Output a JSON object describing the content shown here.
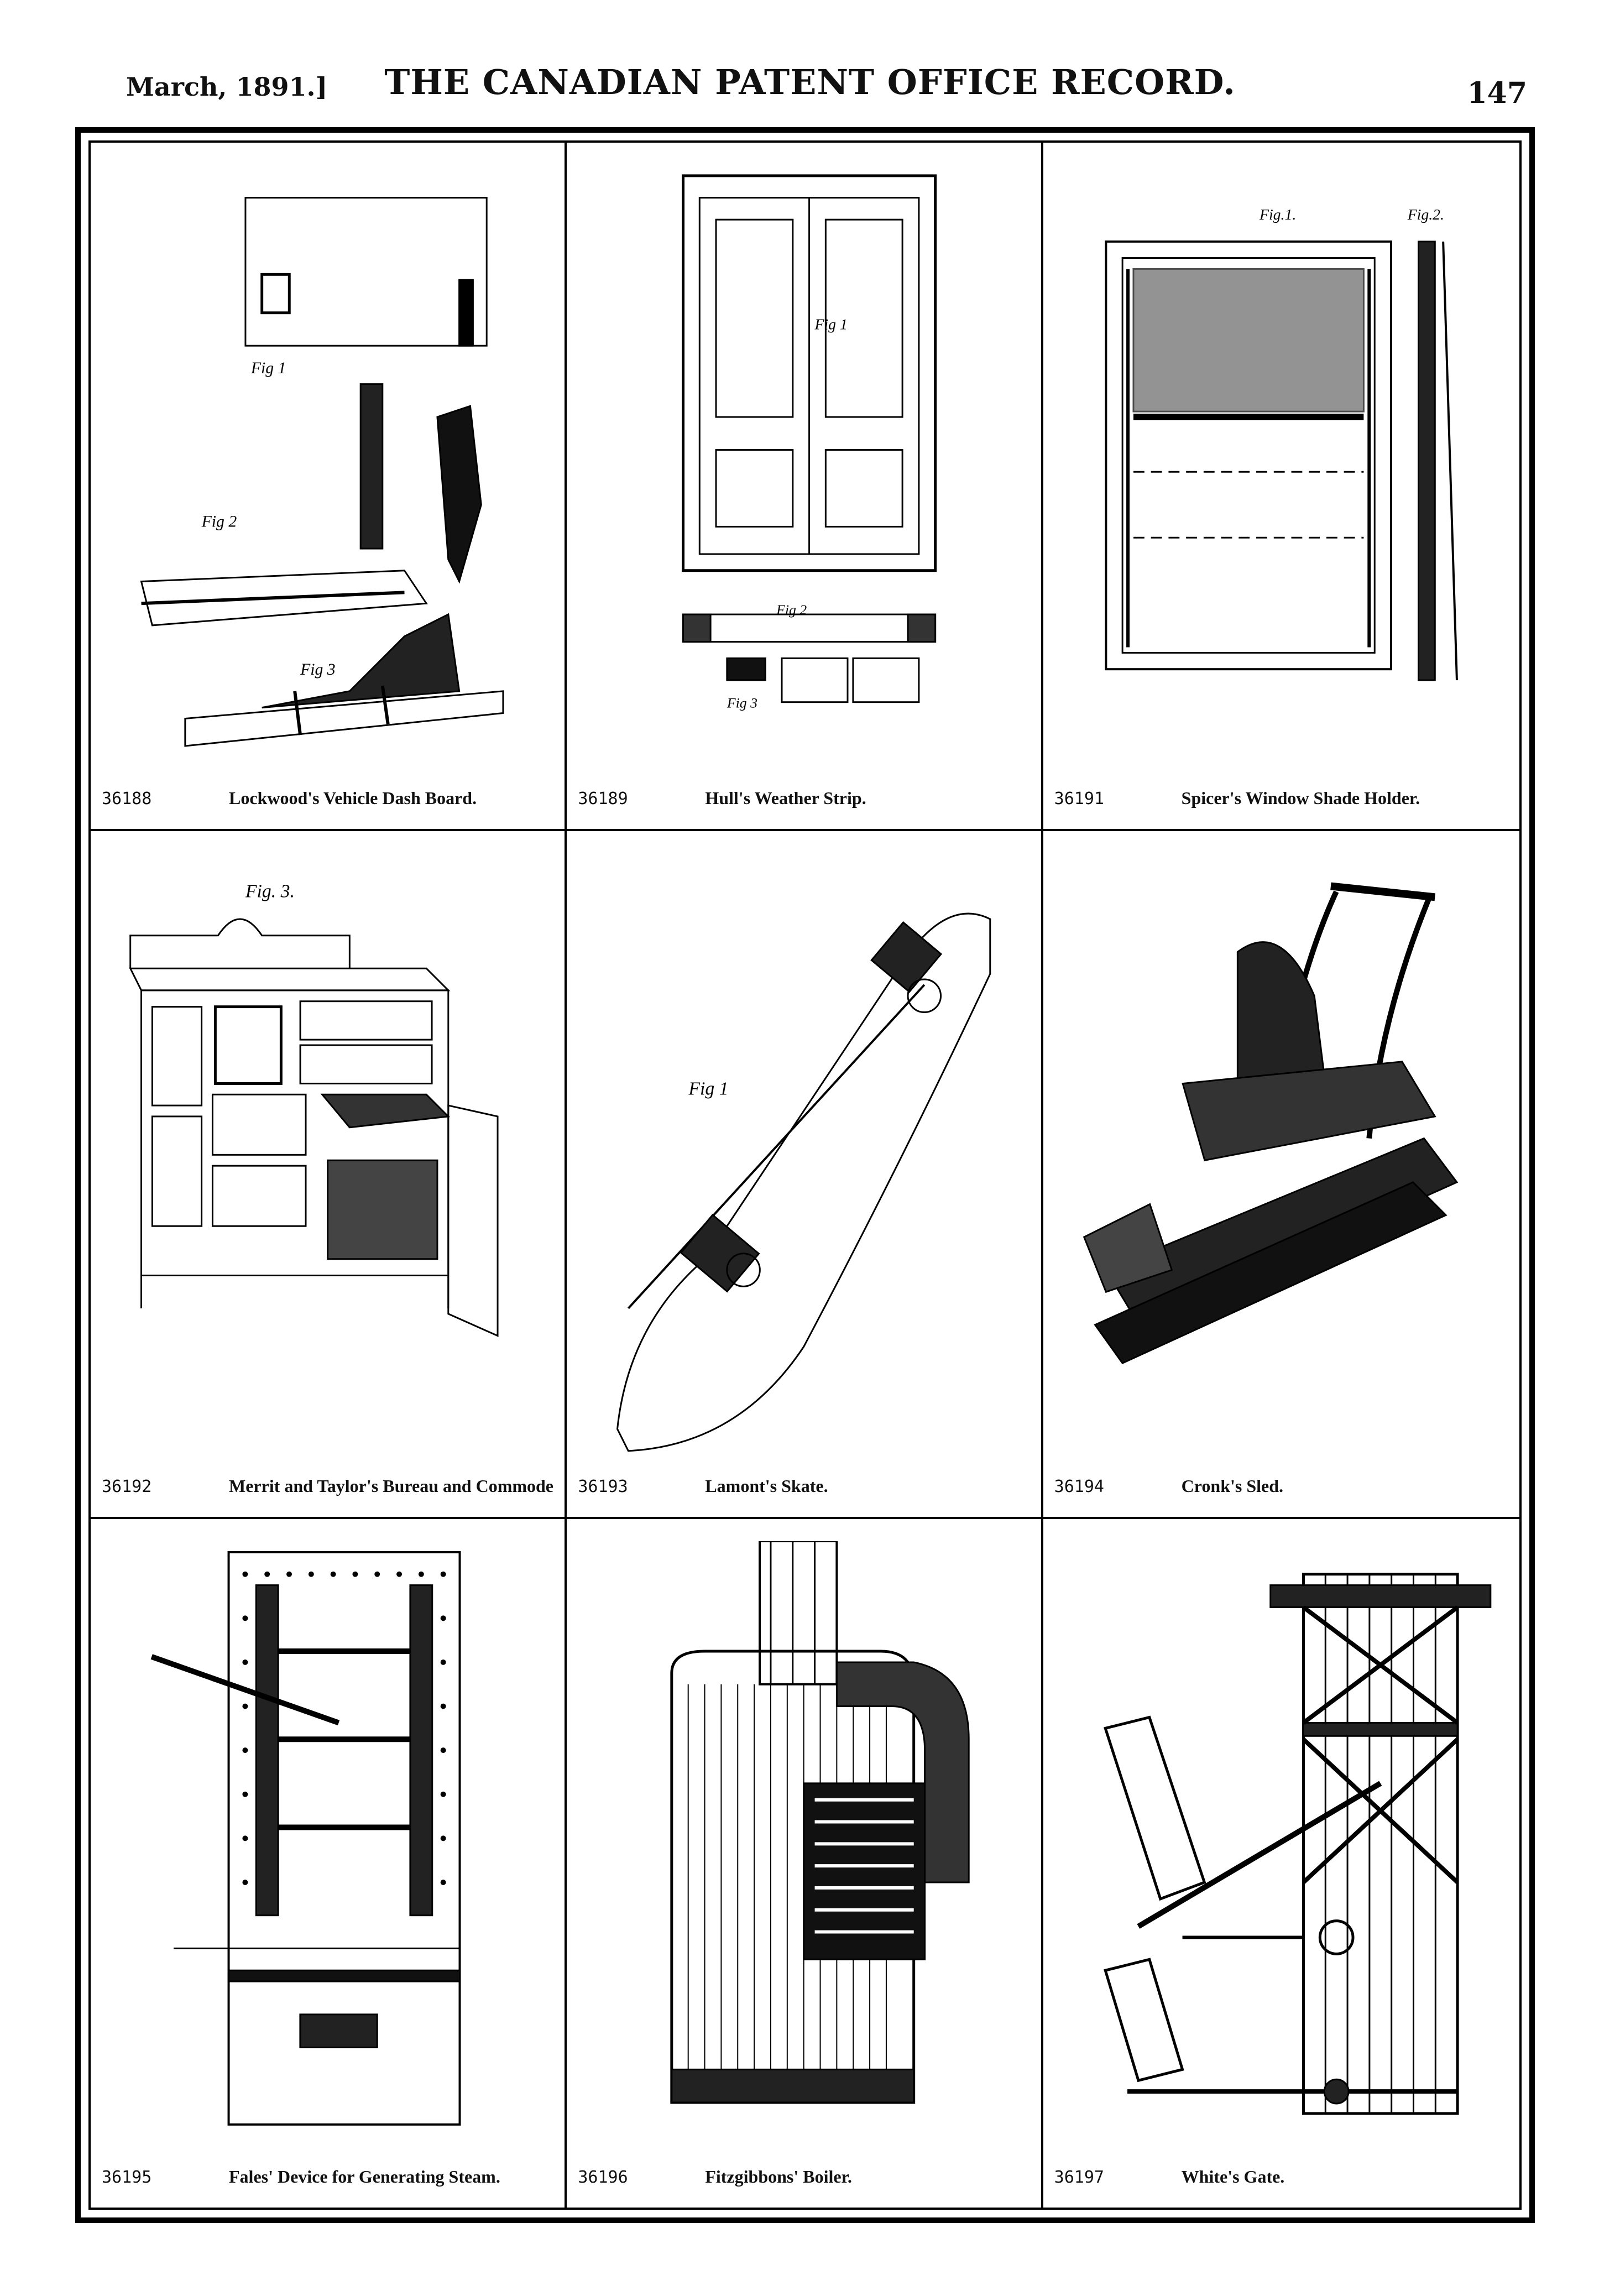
{
  "header": {
    "date": "March, 1891.]",
    "title": "THE CANADIAN PATENT OFFICE RECORD.",
    "page_number": "147"
  },
  "patents": [
    {
      "number": "36188",
      "title": "Lockwood's Vehicle Dash Board.",
      "figure": "dash-board-drawing",
      "labels": [
        "Fig 1",
        "Fig 2",
        "Fig 3"
      ]
    },
    {
      "number": "36189",
      "title": "Hull's Weather Strip.",
      "figure": "door-weather-strip-drawing",
      "labels": [
        "Fig 1",
        "Fig 2",
        "Fig 3"
      ]
    },
    {
      "number": "36191",
      "title": "Spicer's Window Shade Holder.",
      "figure": "window-shade-drawing",
      "labels": [
        "Fig.1.",
        "Fig.2."
      ]
    },
    {
      "number": "36192",
      "title": "Merrit and Taylor's Bureau and Commode",
      "figure": "bureau-commode-drawing",
      "labels": [
        "Fig. 3."
      ]
    },
    {
      "number": "36193",
      "title": "Lamont's Skate.",
      "figure": "skate-drawing",
      "labels": [
        "Fig 1"
      ]
    },
    {
      "number": "36194",
      "title": "Cronk's Sled.",
      "figure": "sled-drawing",
      "labels": []
    },
    {
      "number": "36195",
      "title": "Fales' Device for Generating Steam.",
      "figure": "steam-generator-drawing",
      "labels": []
    },
    {
      "number": "36196",
      "title": "Fitzgibbons' Boiler.",
      "figure": "boiler-drawing",
      "labels": []
    },
    {
      "number": "36197",
      "title": "White's Gate.",
      "figure": "gate-drawing",
      "labels": []
    }
  ]
}
